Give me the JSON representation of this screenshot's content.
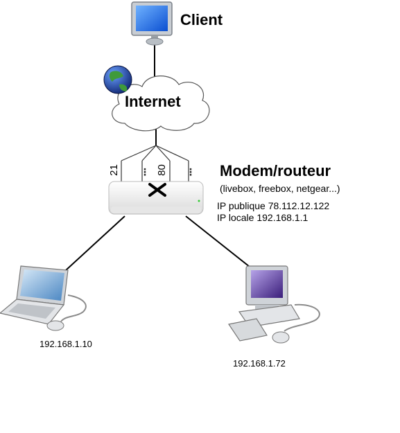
{
  "client": {
    "label": "Client"
  },
  "internet": {
    "label": "Internet"
  },
  "router": {
    "title": "Modem/routeur",
    "brands": "(livebox, freebox, netgear...)",
    "public_ip": "IP publique 78.112.12.122",
    "local_ip": "IP locale 192.168.1.1",
    "ports": [
      "21",
      "80"
    ]
  },
  "laptop": {
    "ip": "192.168.1.10"
  },
  "desktop": {
    "ip": "192.168.1.72"
  }
}
